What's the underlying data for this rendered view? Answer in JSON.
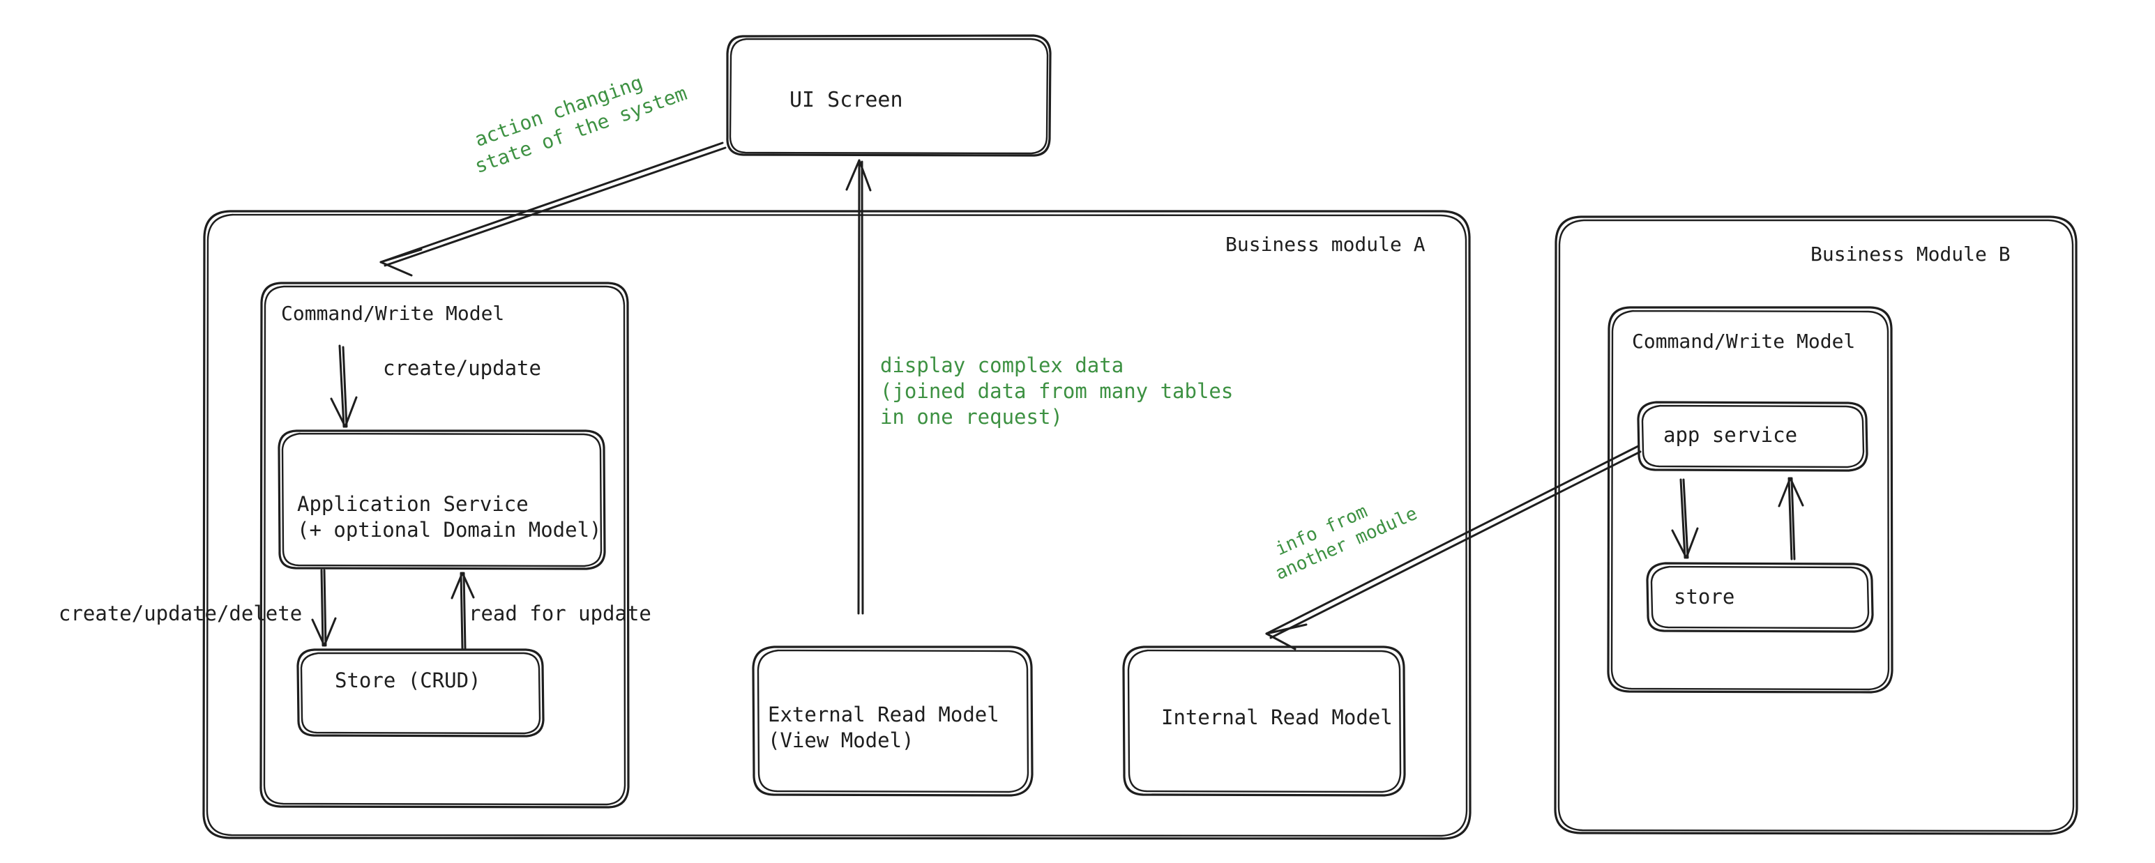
{
  "diagram": {
    "title": "CQRS business module architecture",
    "style": "hand-drawn sketch",
    "colors": {
      "stroke": "#1e1e1e",
      "annotation_green": "#3d9142",
      "background": "#ffffff"
    },
    "nodes": {
      "ui_screen": "UI Screen",
      "module_a_title": "Business module A",
      "module_b_title": "Business Module B",
      "a_command_write_model": "Command/Write Model",
      "a_application_service_line1": "Application Service",
      "a_application_service_line2": "(+ optional Domain Model)",
      "a_store": "Store (CRUD)",
      "external_read_model_line1": "External Read Model",
      "external_read_model_line2": "(View Model)",
      "internal_read_model": "Internal Read Model",
      "b_command_write_model": "Command/Write Model",
      "b_app_service": "app service",
      "b_store": "store"
    },
    "edge_labels": {
      "action_changing_line1": "action changing",
      "action_changing_line2": "state of the system",
      "create_update": "create/update",
      "create_update_delete": "create/update/delete",
      "read_for_update": "read for update",
      "display_complex_line1": "display complex data",
      "display_complex_line2": "(joined data from many tables",
      "display_complex_line3": "in one request)",
      "info_from_line1": "info from",
      "info_from_line2": "another module"
    }
  }
}
